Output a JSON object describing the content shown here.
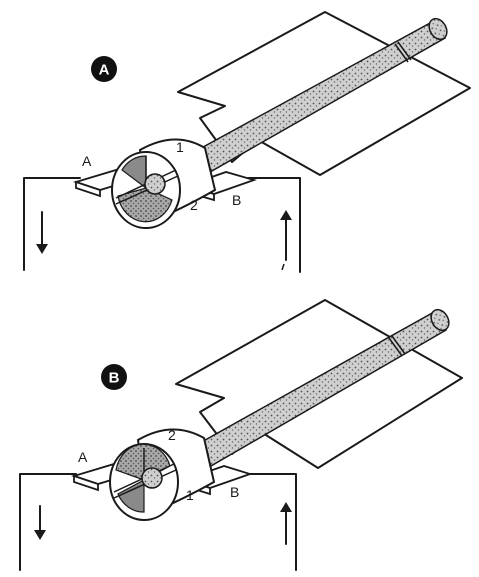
{
  "panels": [
    {
      "badge": "A",
      "contact_left": "A",
      "contact_right": "B",
      "segment_top": "1",
      "segment_bottom": "2"
    },
    {
      "badge": "B",
      "contact_left": "A",
      "contact_right": "B",
      "segment_top": "2",
      "segment_bottom": "1"
    }
  ],
  "colors": {
    "ink": "#1a1a1a",
    "shaft_fill": "#bdbdbd",
    "commutator_shade": "#9a9a9a",
    "badge_fill": "#111111"
  }
}
